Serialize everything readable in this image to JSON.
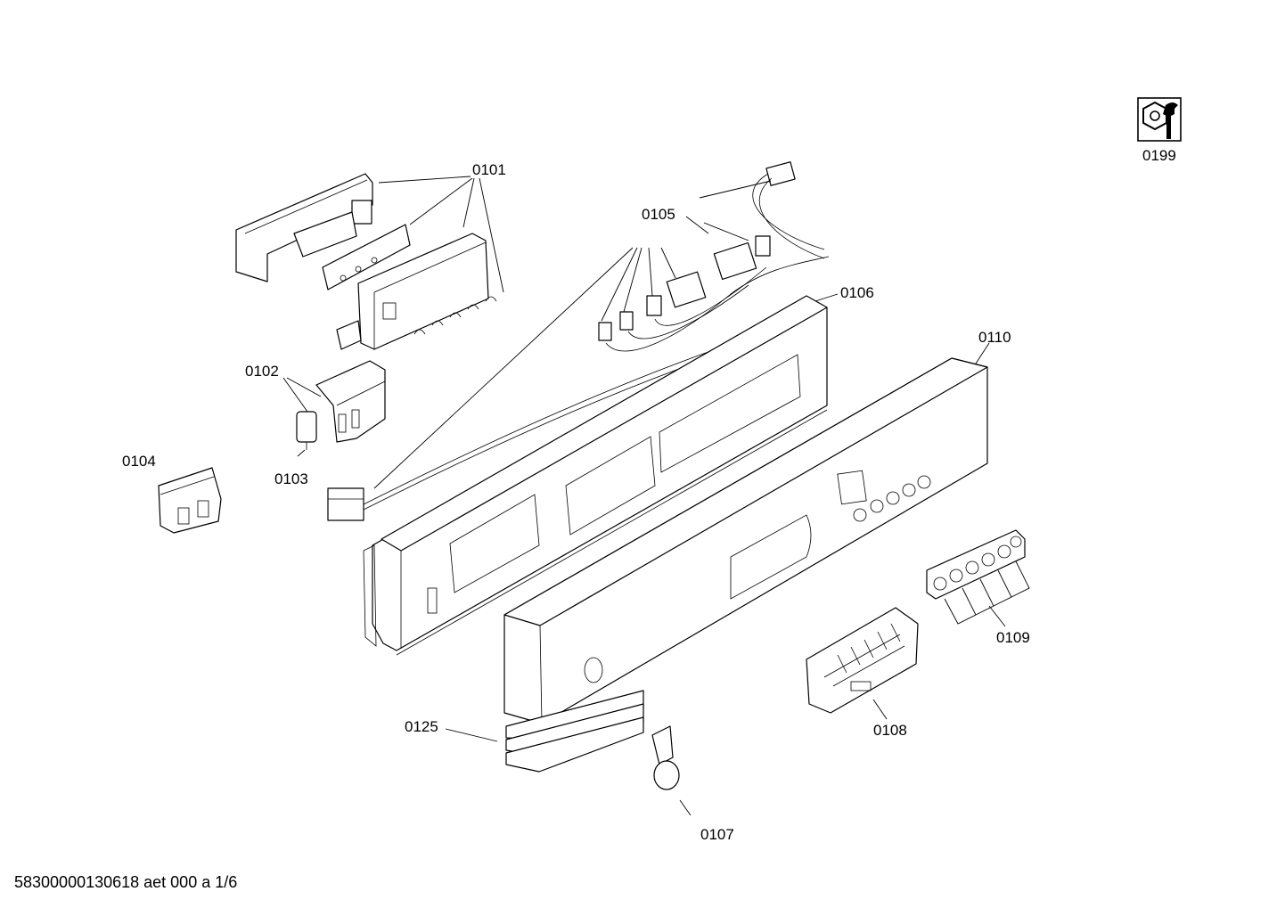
{
  "labels": {
    "p0101": "0101",
    "p0102": "0102",
    "p0103": "0103",
    "p0104": "0104",
    "p0105": "0105",
    "p0106": "0106",
    "p0107": "0107",
    "p0108": "0108",
    "p0109": "0109",
    "p0110": "0110",
    "p0125": "0125",
    "p0199": "0199"
  },
  "footer": "58300000130618 aet 000 a 1/6",
  "icons": {
    "service": "wrench-nut-icon"
  }
}
